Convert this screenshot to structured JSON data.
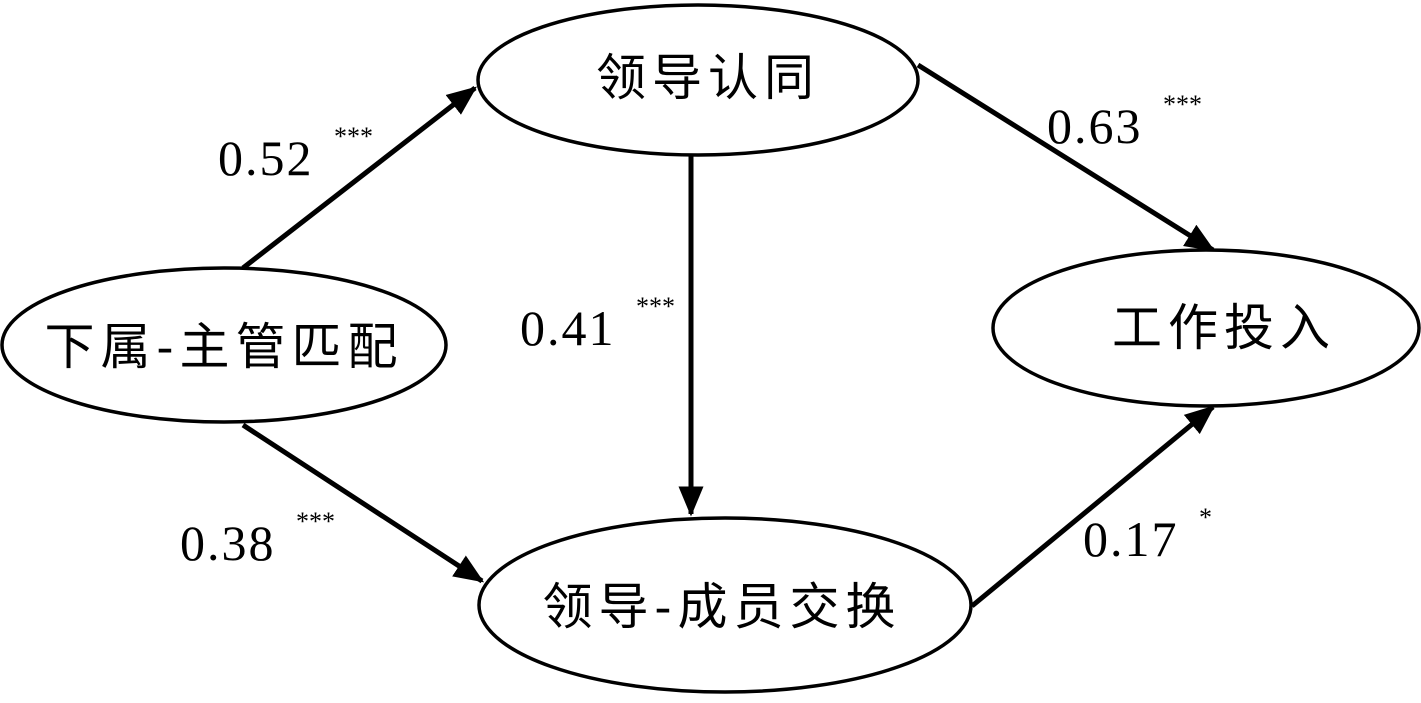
{
  "diagram": {
    "nodes": {
      "match": {
        "label": "下属-主管匹配"
      },
      "identification": {
        "label": "领导认同"
      },
      "lmx": {
        "label": "领导-成员交换"
      },
      "engagement": {
        "label": "工作投入"
      }
    },
    "edges": [
      {
        "from": "match",
        "to": "identification",
        "coefficient": "0.52",
        "significance": "***"
      },
      {
        "from": "match",
        "to": "lmx",
        "coefficient": "0.38",
        "significance": "***"
      },
      {
        "from": "identification",
        "to": "lmx",
        "coefficient": "0.41",
        "significance": "***"
      },
      {
        "from": "identification",
        "to": "engagement",
        "coefficient": "0.63",
        "significance": "***"
      },
      {
        "from": "lmx",
        "to": "engagement",
        "coefficient": "0.17",
        "significance": "*"
      }
    ]
  }
}
